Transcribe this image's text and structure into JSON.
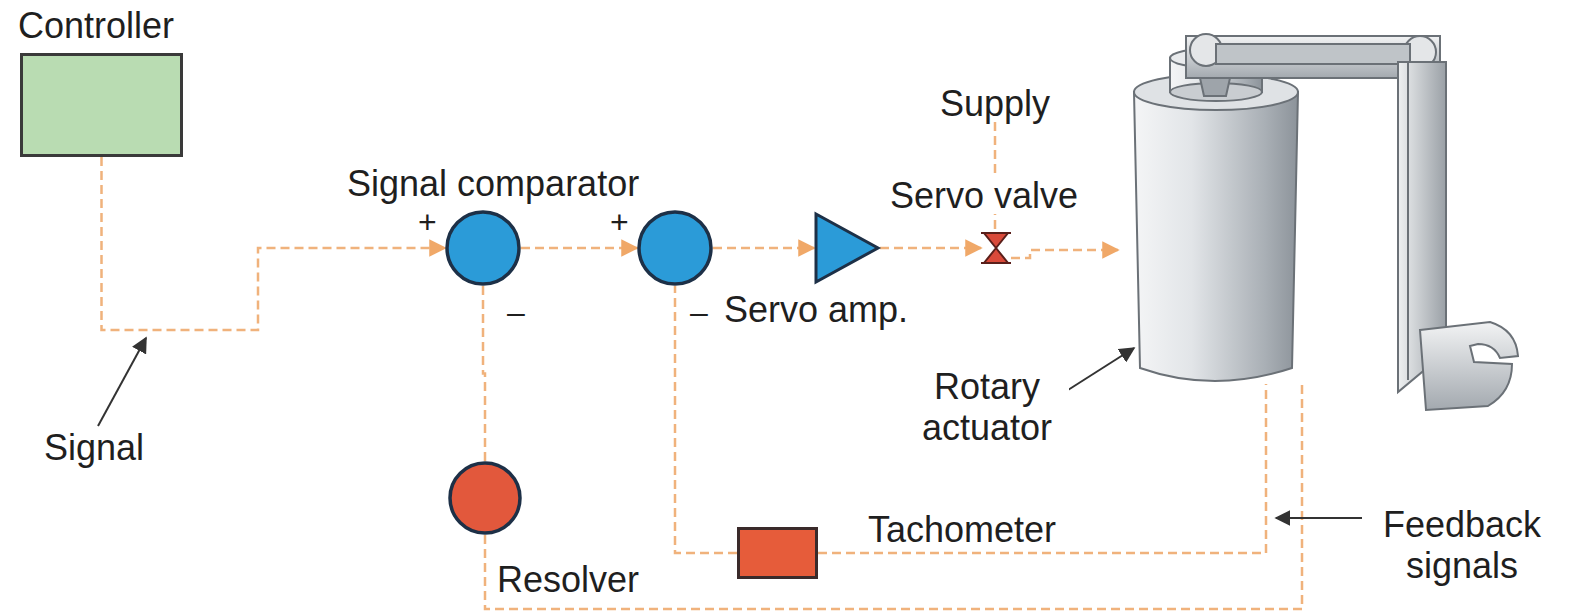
{
  "diagram": {
    "nodes": [
      {
        "text": [
          "Controller"
        ]
      },
      {
        "text": [
          "Signal comparator",
          "+",
          "–"
        ]
      },
      {
        "text": [
          "+",
          "–"
        ]
      },
      {
        "text": [
          "Servo amp."
        ]
      },
      {
        "text": [
          "Servo valve"
        ]
      },
      {
        "text": [
          "Resolver"
        ]
      },
      {
        "text": [
          "Tachometer"
        ]
      }
    ],
    "edges": [
      {
        "from": 0,
        "to": 1,
        "arrow": "to"
      },
      {
        "from": 1,
        "to": 2,
        "arrow": "to"
      },
      {
        "from": 2,
        "to": 3,
        "arrow": "to"
      },
      {
        "from": 3,
        "to": 4,
        "arrow": "to"
      },
      {
        "from": 5,
        "to": 1,
        "arrow": "none"
      },
      {
        "from": 6,
        "to": 2,
        "arrow": "none"
      }
    ],
    "labels": [
      "Signal",
      "Supply",
      "Rotary actuator",
      "Feedback signals"
    ]
  }
}
